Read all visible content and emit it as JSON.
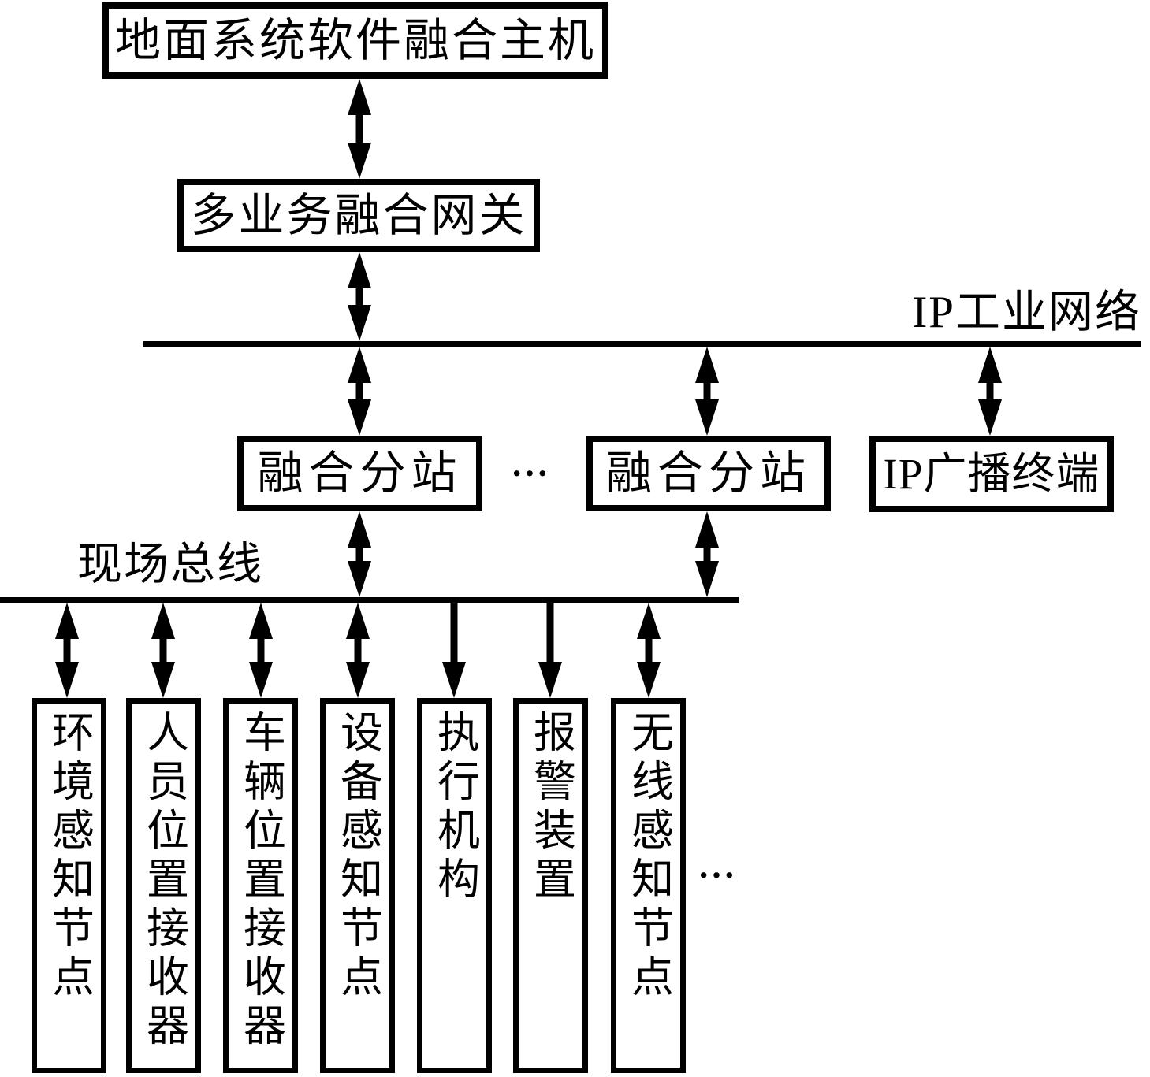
{
  "colors": {
    "ink": "#000000",
    "background": "#ffffff"
  },
  "nodes": {
    "host": {
      "label": "地面系统软件融合主机"
    },
    "gateway": {
      "label": "多业务融合网关"
    },
    "substation_left": {
      "label": "融合分站"
    },
    "substation_right": {
      "label": "融合分站"
    },
    "substation_ellipsis": "···",
    "ip_broadcast_terminal": {
      "label": "IP广播终端"
    }
  },
  "buses": {
    "ip_industrial_network": {
      "label": "IP工业网络"
    },
    "field_bus": {
      "label": "现场总线"
    }
  },
  "field_devices": {
    "items": [
      {
        "label": "环境感知节点",
        "link": "bidirectional"
      },
      {
        "label": "人员位置接收器",
        "link": "bidirectional"
      },
      {
        "label": "车辆位置接收器",
        "link": "bidirectional"
      },
      {
        "label": "设备感知节点",
        "link": "bidirectional"
      },
      {
        "label": "执行机构",
        "link": "downlink"
      },
      {
        "label": "报警装置",
        "link": "downlink"
      },
      {
        "label": "无线感知节点",
        "link": "bidirectional"
      }
    ],
    "ellipsis": "···"
  }
}
